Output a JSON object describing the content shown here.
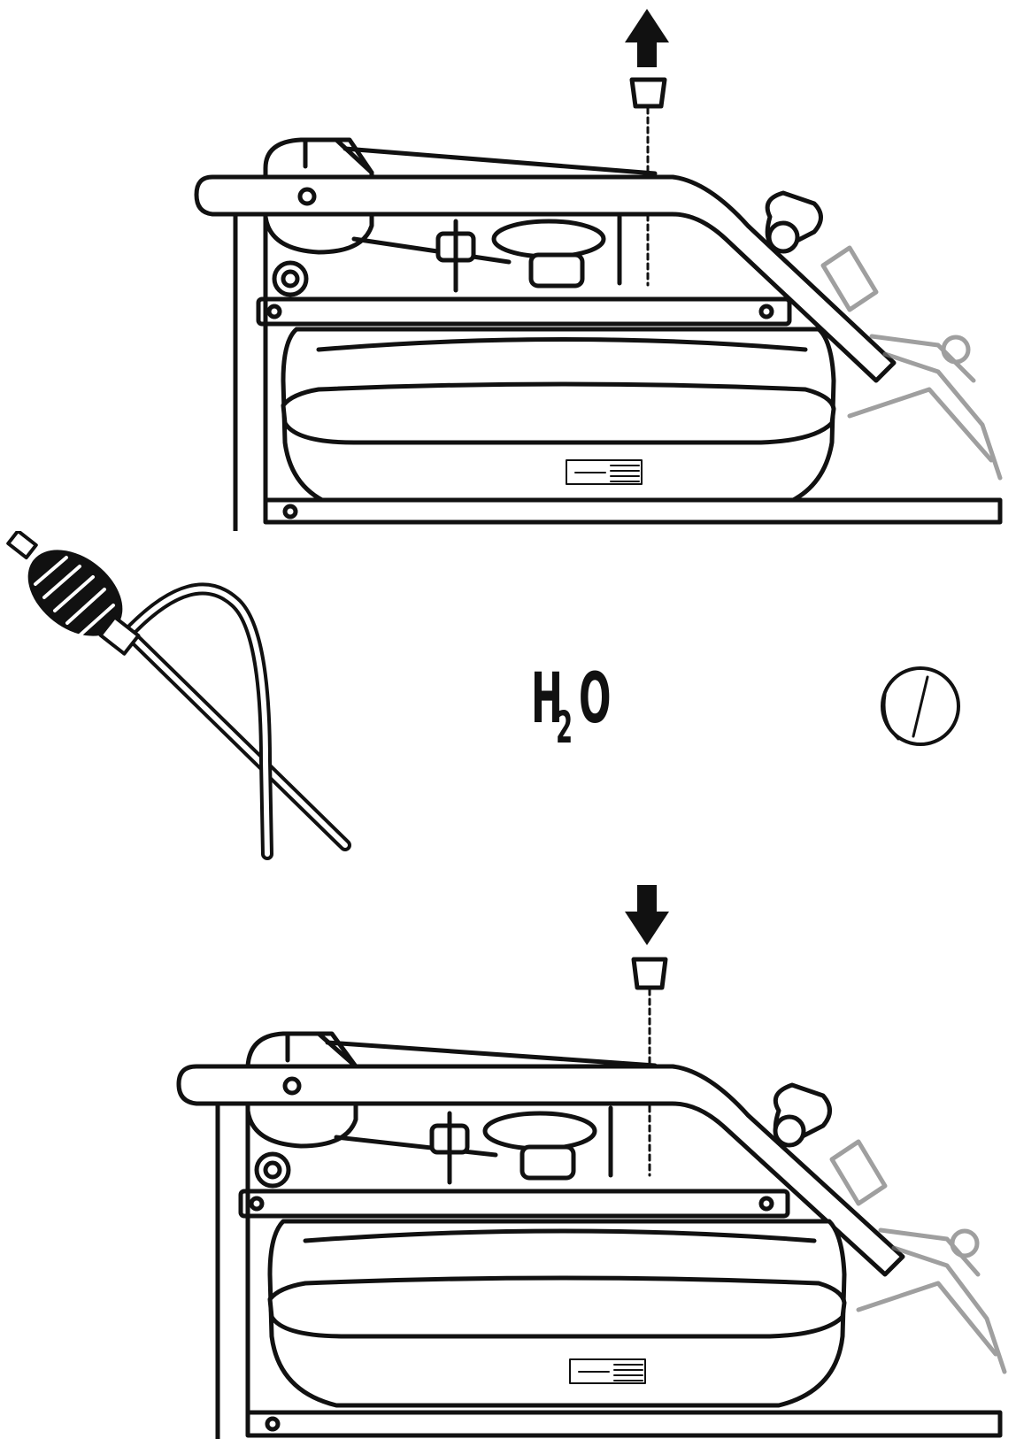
{
  "formula": {
    "h": "H",
    "sub": "2",
    "o": "O"
  },
  "colors": {
    "line": "#111111",
    "fill": "#ffffff"
  },
  "icons": [
    "arrow-up-icon",
    "arrow-down-icon",
    "stopper-icon",
    "siphon-pump-icon",
    "water-tablet-icon"
  ]
}
